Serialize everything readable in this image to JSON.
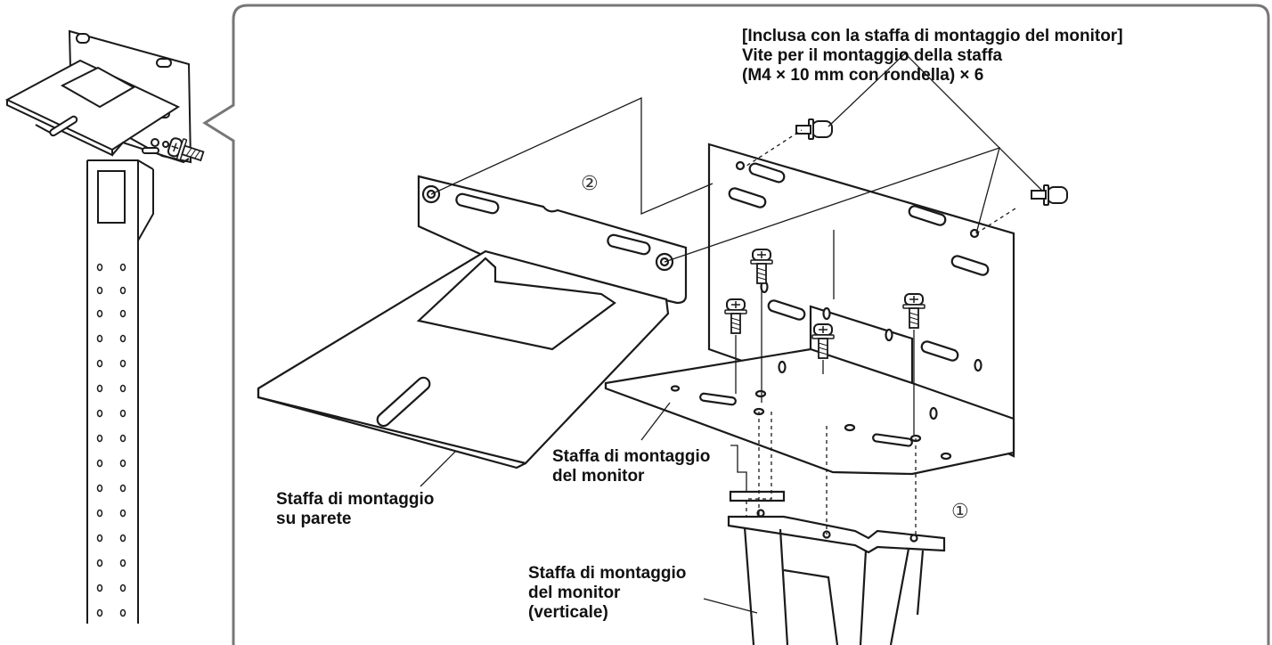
{
  "callout_screws": {
    "line1": "[Inclusa con la staffa di montaggio del monitor]",
    "line2": "Vite per il montaggio della staffa",
    "line3": "(M4 × 10 mm con rondella) × 6"
  },
  "step_markers": {
    "step1": "①",
    "step2": "②"
  },
  "labels": {
    "wall_bracket": {
      "line1": "Staffa di montaggio",
      "line2": "su parete"
    },
    "monitor_bracket": {
      "line1": "Staffa di montaggio",
      "line2": "del monitor"
    },
    "monitor_bracket_vertical": {
      "line1": "Staffa di montaggio",
      "line2": "del monitor",
      "line3": "(verticale)"
    }
  },
  "colors": {
    "line": "#1a1a1a",
    "frame": "#777777",
    "fill_plate": "#ffffff",
    "fill_shadow": "#f2f2f2"
  }
}
